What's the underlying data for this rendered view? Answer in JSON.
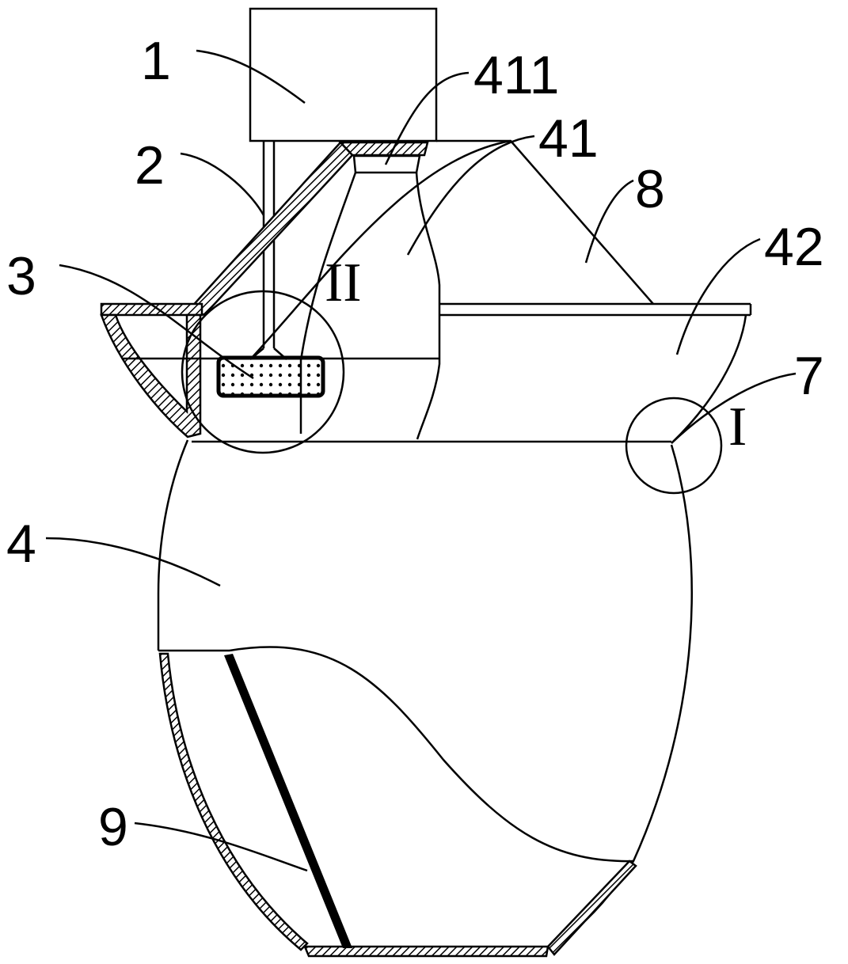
{
  "labels": {
    "l1": "1",
    "l2": "2",
    "l3": "3",
    "l4": "4",
    "l7": "7",
    "l8": "8",
    "l9": "9",
    "l41": "41",
    "l42": "42",
    "l411": "411",
    "detail_I": "I",
    "detail_II": "II"
  }
}
